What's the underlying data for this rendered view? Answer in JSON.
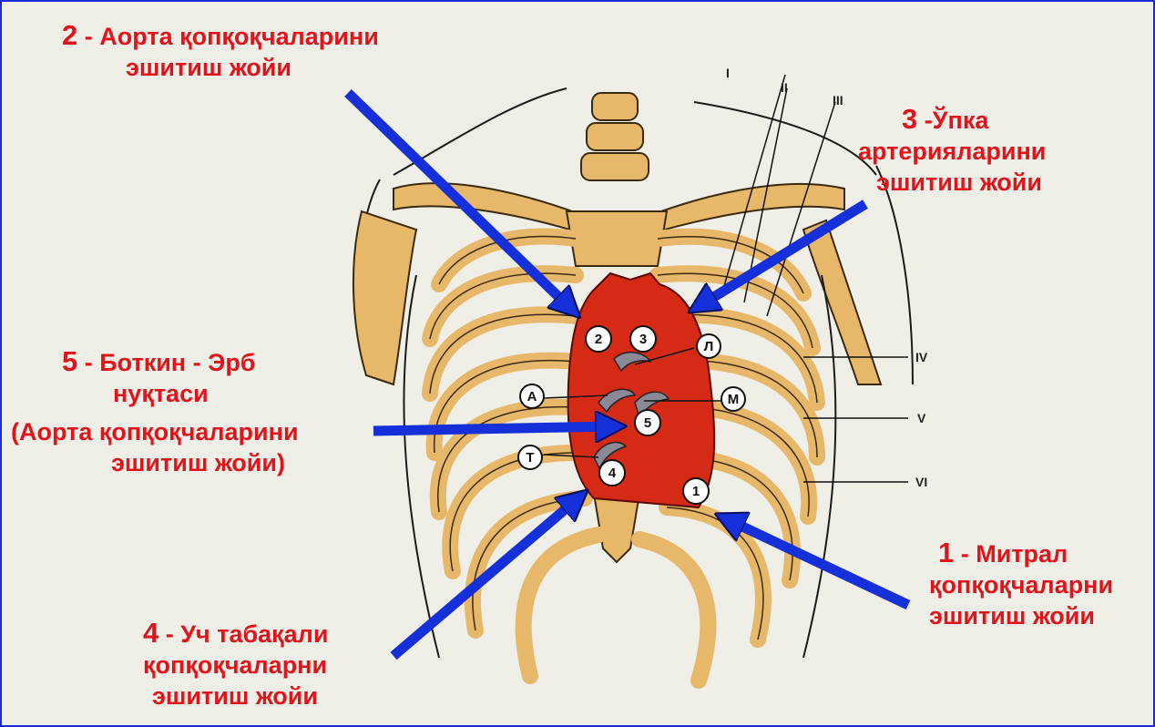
{
  "labels": {
    "aortic": {
      "num": "2",
      "line1": " - Аорта қопқоқчаларини",
      "line2": "эшитиш жойи"
    },
    "pulmonary": {
      "num": "3",
      "line1": " -Ўпка",
      "line2": "артерияларини",
      "line3": "эшитиш жойи"
    },
    "botkin": {
      "num": "5",
      "line1": " -  Боткин - Эрб",
      "line2": "нуқтаси",
      "line3": "(Аорта қопқоқчаларини",
      "line4": "эшитиш жойи)"
    },
    "mitral": {
      "num": "1",
      "line1": " - Митрал",
      "line2": "қопқоқчаларни",
      "line3": "эшитиш жойи"
    },
    "tricuspid": {
      "num": "4",
      "line1": " - Уч табақали",
      "line2": "қопқоқчаларни",
      "line3": "эшитиш жойи"
    }
  },
  "roman_numerals": {
    "r1": "I",
    "r2": "II",
    "r3": "III",
    "r4": "IV",
    "r5": "V",
    "r6": "VI"
  },
  "circles": {
    "c1": "1",
    "c2": "2",
    "c3": "3",
    "c4": "4",
    "c5": "5",
    "cA": "А",
    "cL": "Л",
    "cM": "М",
    "cT": "Т"
  },
  "colors": {
    "background": "#efefe7",
    "bone": "#e8b86a",
    "heart": "#d42a16",
    "arrow": "#1530d8",
    "label": "#e0141a",
    "border": "#1a2ad6"
  }
}
